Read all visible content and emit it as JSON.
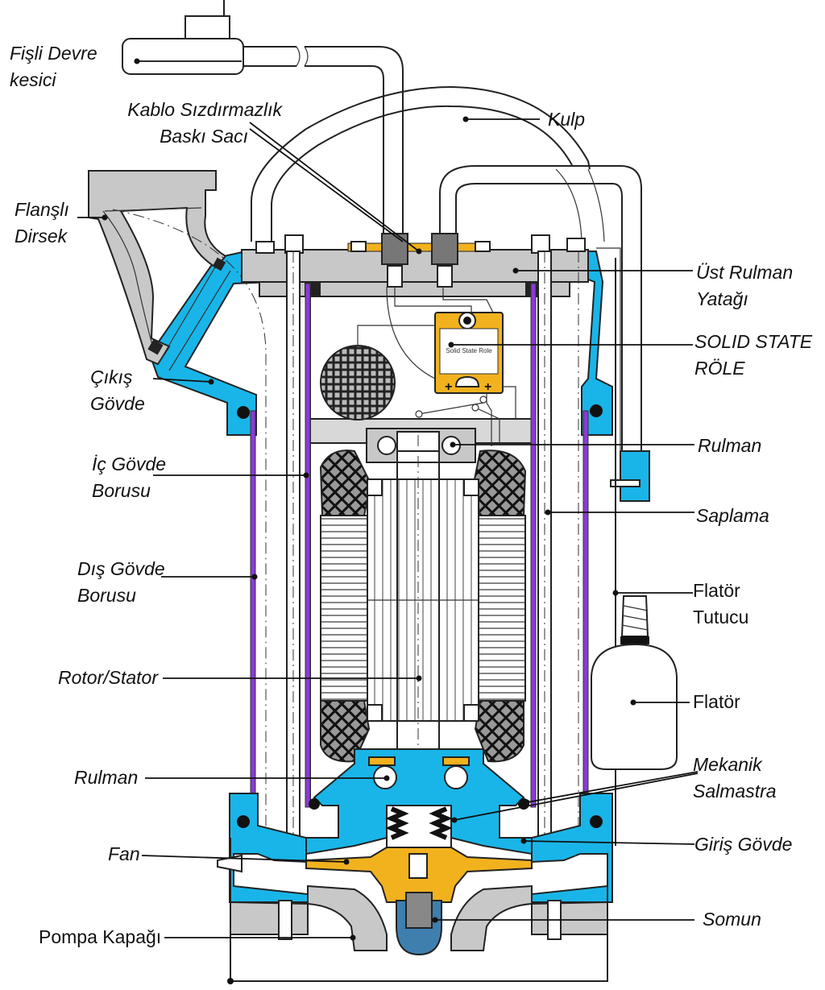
{
  "labels": {
    "fisli_devre_kesici": [
      "Fişli Devre",
      "kesici"
    ],
    "kablo_sizdirmazlik": [
      "Kablo Sızdırmazlık",
      "Baskı Sacı"
    ],
    "kulp": "Kulp",
    "flansli_dirsek": [
      "Flanşlı",
      "Dirsek"
    ],
    "ust_rulman_yatagi": [
      "Üst Rulman",
      "Yatağı"
    ],
    "solid_state_role": [
      "SOLID STATE",
      "RÖLE"
    ],
    "cikis_govde": [
      "Çıkış",
      "Gövde"
    ],
    "rulman_top": "Rulman",
    "ic_govde_borusu": [
      "İç Gövde",
      "Borusu"
    ],
    "saplama": "Saplama",
    "dis_govde_borusu": [
      "Dış Gövde",
      "Borusu"
    ],
    "flator_tutucu": [
      "Flatör",
      "Tutucu"
    ],
    "rotor_stator": "Rotor/Stator",
    "flator": "Flatör",
    "rulman_bottom": "Rulman",
    "mekanik_salmastra": [
      "Mekanik",
      "Salmastra"
    ],
    "fan": "Fan",
    "giris_govde": "Giriş Gövde",
    "pompa_kapagi": "Pompa Kapağı",
    "somun": "Somun"
  },
  "relay_text": "Solid State Role",
  "colors": {
    "housing_blue": "#19b5e8",
    "casing_gray": "#c8c8c8",
    "tube_purple": "#8a3bd6",
    "fan_orange": "#f2b21e",
    "nut_blue": "#3f7fae",
    "ink": "#111111"
  }
}
